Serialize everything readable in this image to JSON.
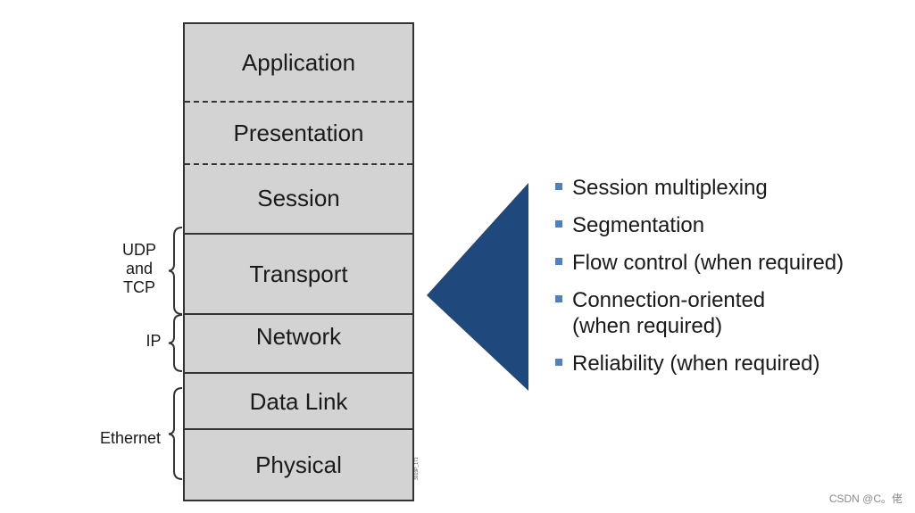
{
  "layers": [
    {
      "name": "Application"
    },
    {
      "name": "Presentation"
    },
    {
      "name": "Session"
    },
    {
      "name": "Transport"
    },
    {
      "name": "Network"
    },
    {
      "name": "Data Link"
    },
    {
      "name": "Physical"
    }
  ],
  "protocols": {
    "udp_tcp": [
      "UDP",
      "and",
      "TCP"
    ],
    "ip": "IP",
    "ethernet": "Ethernet"
  },
  "features": [
    {
      "text": "Session multiplexing"
    },
    {
      "text": "Segmentation"
    },
    {
      "text": "Flow control (when required)"
    },
    {
      "text": "Connection-oriented\n(when required)"
    },
    {
      "text": "Reliability (when required)"
    }
  ],
  "figure_code": "3019P_171",
  "watermark": "CSDN @C。佬",
  "colors": {
    "layer_fill": "#d3d3d3",
    "triangle": "#1f497d",
    "bullet": "#4f81bd"
  }
}
